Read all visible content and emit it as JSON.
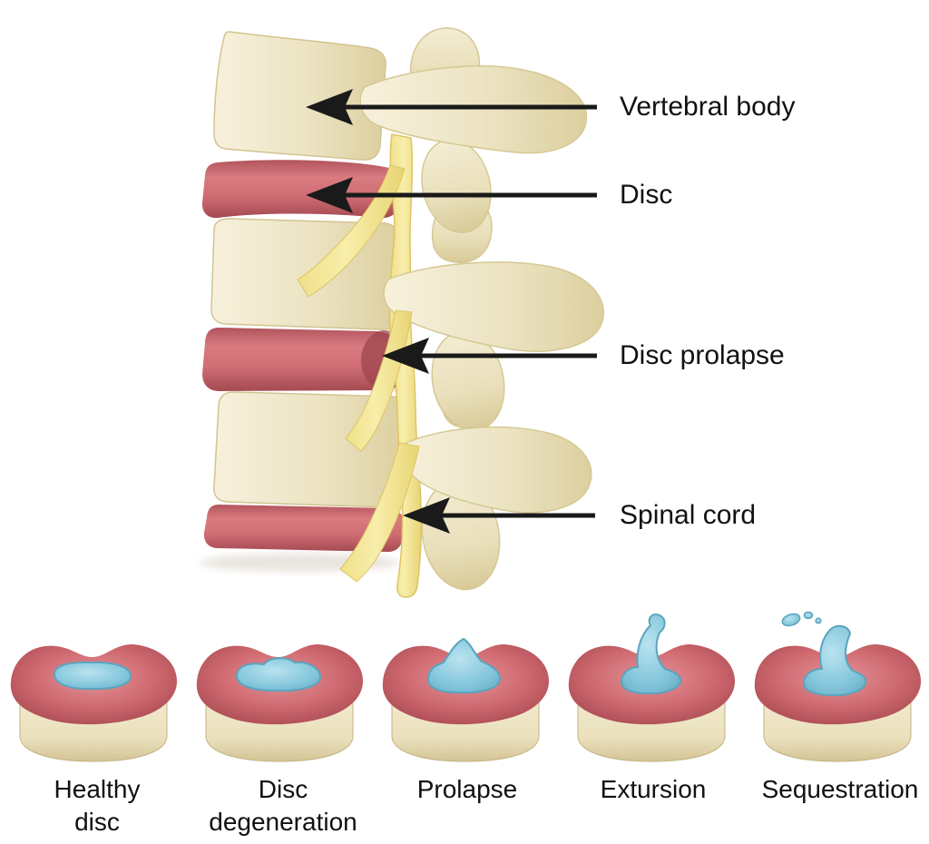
{
  "figure": {
    "type": "medical-diagram",
    "subject": "spinal disc prolapse",
    "callouts": [
      {
        "id": "vertebral-body",
        "label": "Vertebral body"
      },
      {
        "id": "disc",
        "label": "Disc"
      },
      {
        "id": "disc-prolapse",
        "label": "Disc prolapse"
      },
      {
        "id": "spinal-cord",
        "label": "Spinal cord"
      }
    ],
    "stages": [
      {
        "id": "healthy-disc",
        "label": "Healthy\ndisc"
      },
      {
        "id": "disc-degeneration",
        "label": "Disc\ndegeneration"
      },
      {
        "id": "prolapse",
        "label": "Prolapse"
      },
      {
        "id": "extursion",
        "label": "Extursion"
      },
      {
        "id": "sequestration",
        "label": "Sequestration"
      }
    ],
    "colors": {
      "background": "#ffffff",
      "text": "#111111",
      "arrow": "#1a1a1a",
      "bone": "#ece3c2",
      "bone_shadow": "#d6c894",
      "disc_red": "#cc666d",
      "disc_red_dark": "#a84a52",
      "nucleus_blue": "#84c6dc",
      "spinal_cord_yellow": "#f4e795",
      "prolapse_highlight": "#f5201d"
    }
  }
}
